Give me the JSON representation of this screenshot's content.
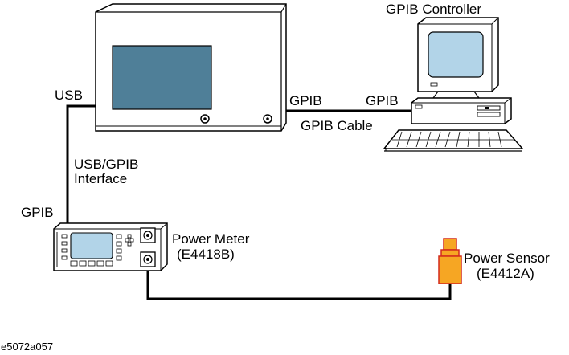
{
  "labels": {
    "gpib_controller": "GPIB Controller",
    "usb": "USB",
    "gpib_na": "GPIB",
    "gpib_pc": "GPIB",
    "gpib_cable": "GPIB Cable",
    "usb_gpib_line1": "USB/GPIB",
    "usb_gpib_line2": "Interface",
    "gpib_meter": "GPIB",
    "power_meter_line1": "Power Meter",
    "power_meter_line2": "(E4418B)",
    "power_sensor_line1": "Power Sensor",
    "power_sensor_line2": "(E4412A)",
    "figure_id": "e5072a057"
  },
  "colors": {
    "analyzer_screen": "#4f7f98",
    "monitor_screen": "#b2d4e8",
    "meter_screen": "#b2d4e8",
    "device_body": "#ffffff",
    "sensor_body": "#f6a623",
    "sensor_outline": "#d42a1c",
    "cable": "#000000"
  }
}
